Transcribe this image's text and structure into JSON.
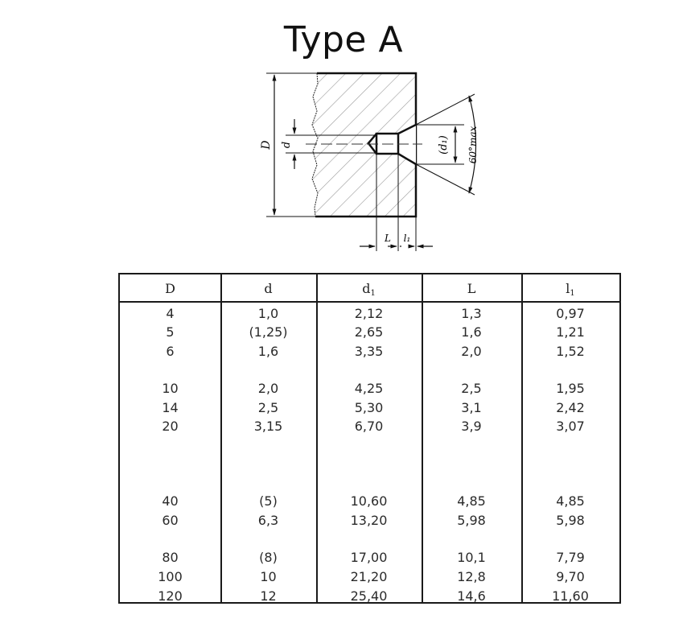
{
  "title": "Type A",
  "drawing": {
    "labels": {
      "D": "D",
      "d": "d",
      "d1": "(d₁)",
      "angle": "60°max",
      "L": "L",
      "l1": "l₁"
    }
  },
  "table": {
    "headers": [
      {
        "main": "D",
        "sub": ""
      },
      {
        "main": "d",
        "sub": ""
      },
      {
        "main": "d",
        "sub": "1"
      },
      {
        "main": "L",
        "sub": ""
      },
      {
        "main": "l",
        "sub": "1"
      }
    ],
    "rows": [
      [
        "4",
        "1,0",
        "2,12",
        "1,3",
        "0,97"
      ],
      [
        "5",
        "(1,25)",
        "2,65",
        "1,6",
        "1,21"
      ],
      [
        "6",
        "1,6",
        "3,35",
        "2,0",
        "1,52"
      ],
      [
        "10",
        "2,0",
        "4,25",
        "2,5",
        "1,95"
      ],
      [
        "14",
        "2,5",
        "5,30",
        "3,1",
        "2,42"
      ],
      [
        "20",
        "3,15",
        "6,70",
        "3,9",
        "3,07"
      ],
      [
        "40",
        "(5)",
        "10,60",
        "4,85",
        "4,85"
      ],
      [
        "60",
        "6,3",
        "13,20",
        "5,98",
        "5,98"
      ],
      [
        "80",
        "(8)",
        "17,00",
        "10,1",
        "7,79"
      ],
      [
        "100",
        "10",
        "21,20",
        "12,8",
        "9,70"
      ],
      [
        "120",
        "12",
        "25,40",
        "14,6",
        "11,60"
      ]
    ]
  }
}
